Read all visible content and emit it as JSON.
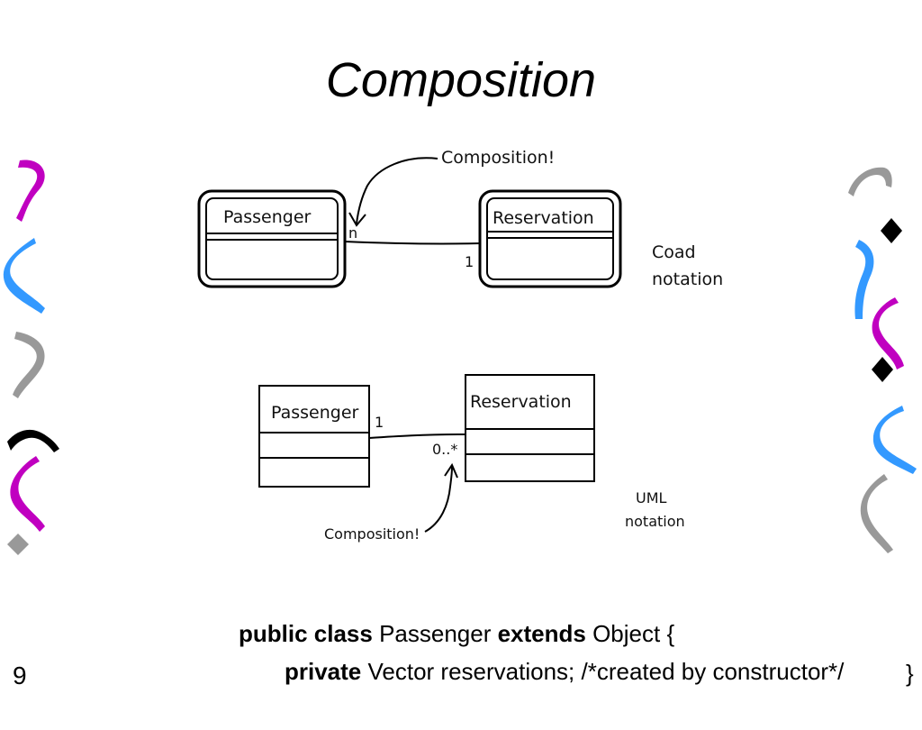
{
  "slide": {
    "title": "Composition",
    "page_number": "9"
  },
  "coad": {
    "class_a": "Passenger",
    "class_b": "Reservation",
    "mult_a": "n",
    "mult_b": "1",
    "callout": "Composition!",
    "notation_line1": "Coad",
    "notation_line2": "notation"
  },
  "uml": {
    "class_a": "Passenger",
    "class_b": "Reservation",
    "mult_a": "1",
    "mult_b": "0..*",
    "callout": "Composition!",
    "notation_line1": "UML",
    "notation_line2": "notation"
  },
  "code": {
    "line1_kw1": "public class",
    "line1_name": " Passenger ",
    "line1_kw2": "extends",
    "line1_rest": " Object {",
    "line2_kw": "private",
    "line2_rest": " Vector reservations; /*created by constructor*/",
    "close_brace": "}"
  },
  "colors": {
    "magenta": "#c000c0",
    "blue": "#3399ff",
    "gray": "#999999",
    "black": "#000000"
  }
}
